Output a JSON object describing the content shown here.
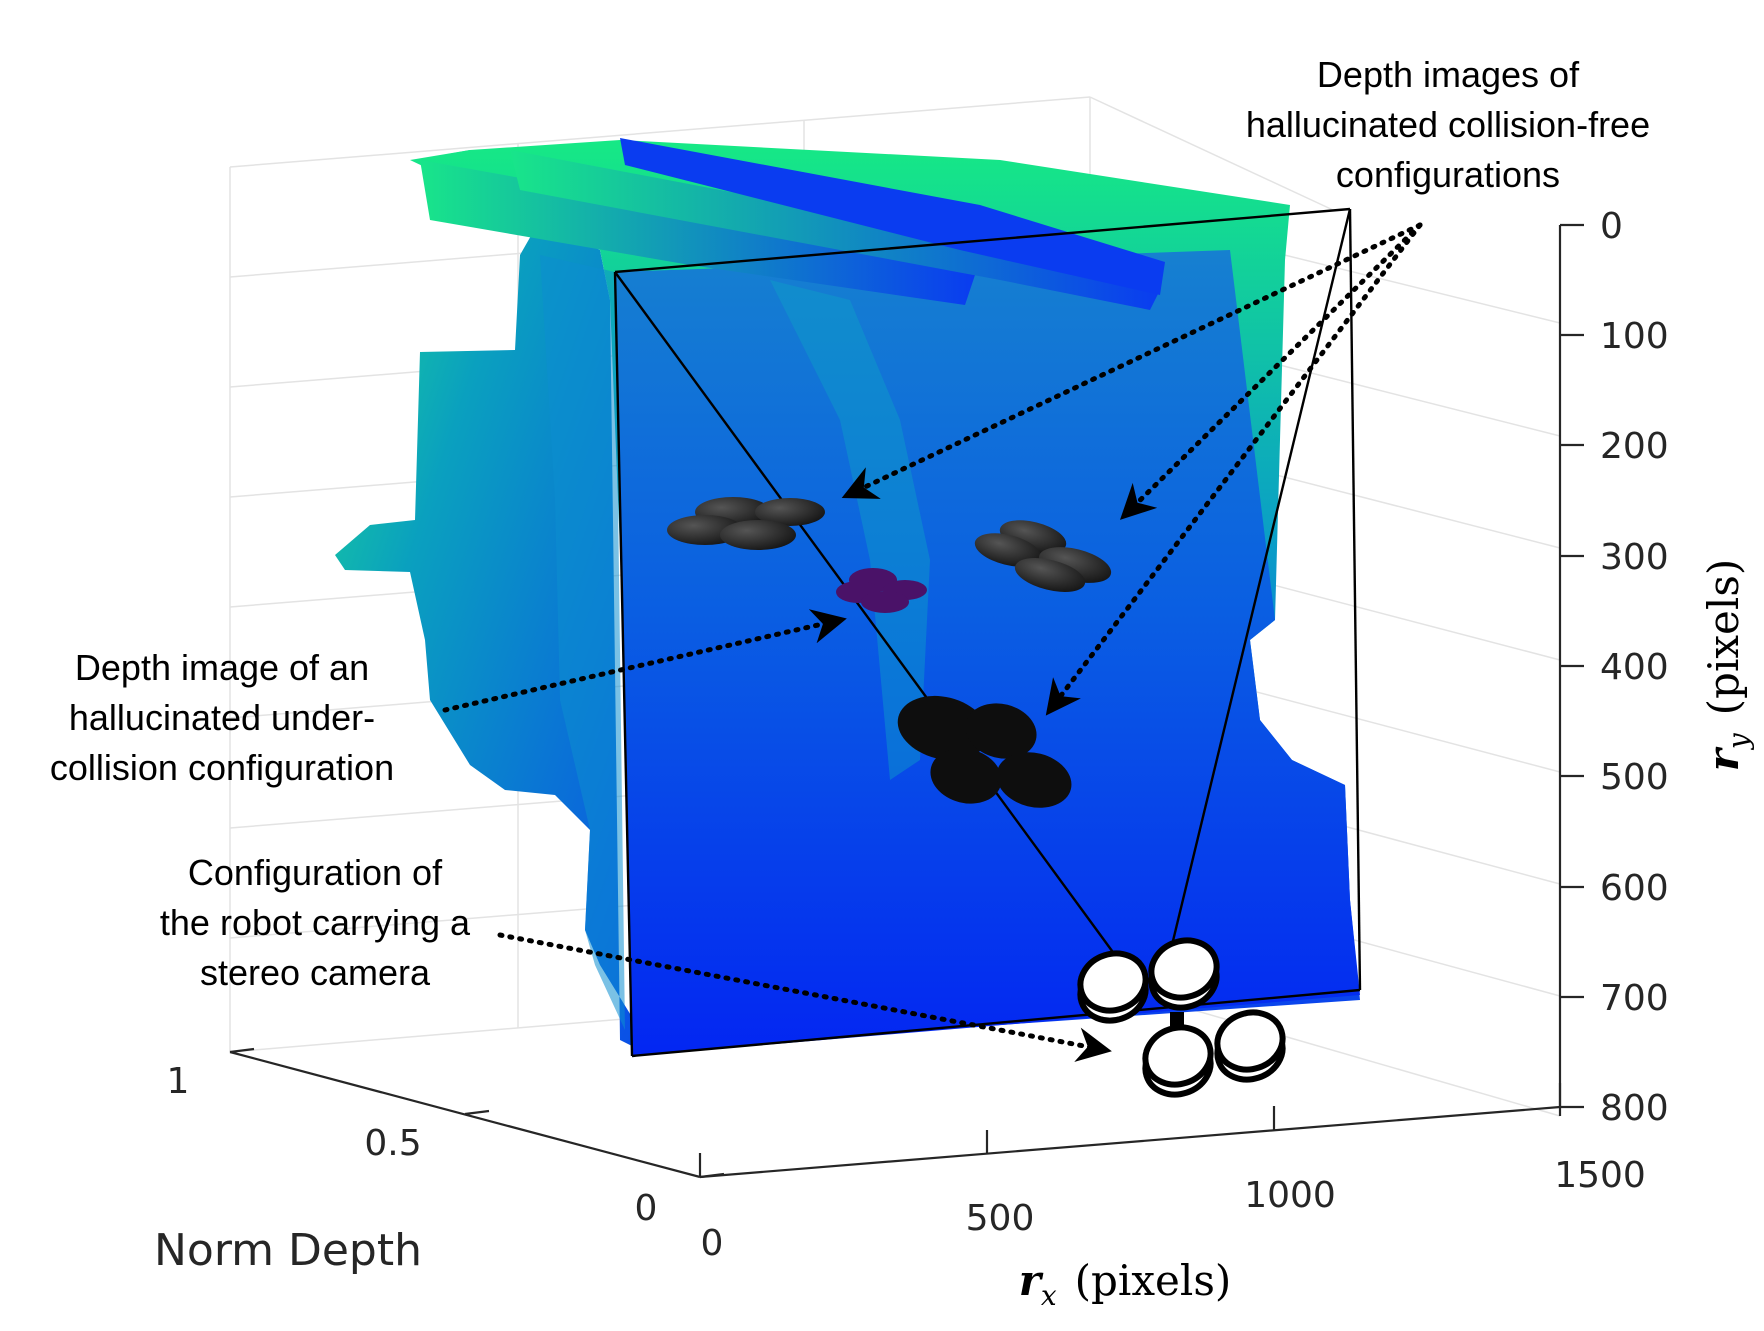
{
  "figure": {
    "axes": {
      "rx": {
        "label_symbol": "r",
        "label_sub": "x",
        "label_unit": "(pixels)",
        "ticks": [
          "0",
          "500",
          "1000",
          "1500"
        ]
      },
      "ry": {
        "label_symbol": "r",
        "label_sub": "y",
        "label_unit": "(pixels)",
        "ticks": [
          "0",
          "100",
          "200",
          "300",
          "400",
          "500",
          "600",
          "700",
          "800"
        ]
      },
      "depth": {
        "label": "Norm Depth",
        "ticks": [
          "1",
          "0.5",
          "0"
        ]
      }
    },
    "annotations": {
      "free": [
        "Depth images of",
        "hallucinated collision-free",
        "configurations"
      ],
      "collision": [
        "Depth image of an",
        "hallucinated under-",
        "collision configuration"
      ],
      "robot": [
        "Configuration of",
        "the robot carrying a",
        "stereo camera"
      ]
    },
    "colors": {
      "depth_far": "#16e985",
      "depth_mid": "#0a8ad6",
      "depth_near": "#0a2ff0",
      "collision_marker": "#4a1268",
      "free_marker": "#1c1c1c"
    }
  }
}
